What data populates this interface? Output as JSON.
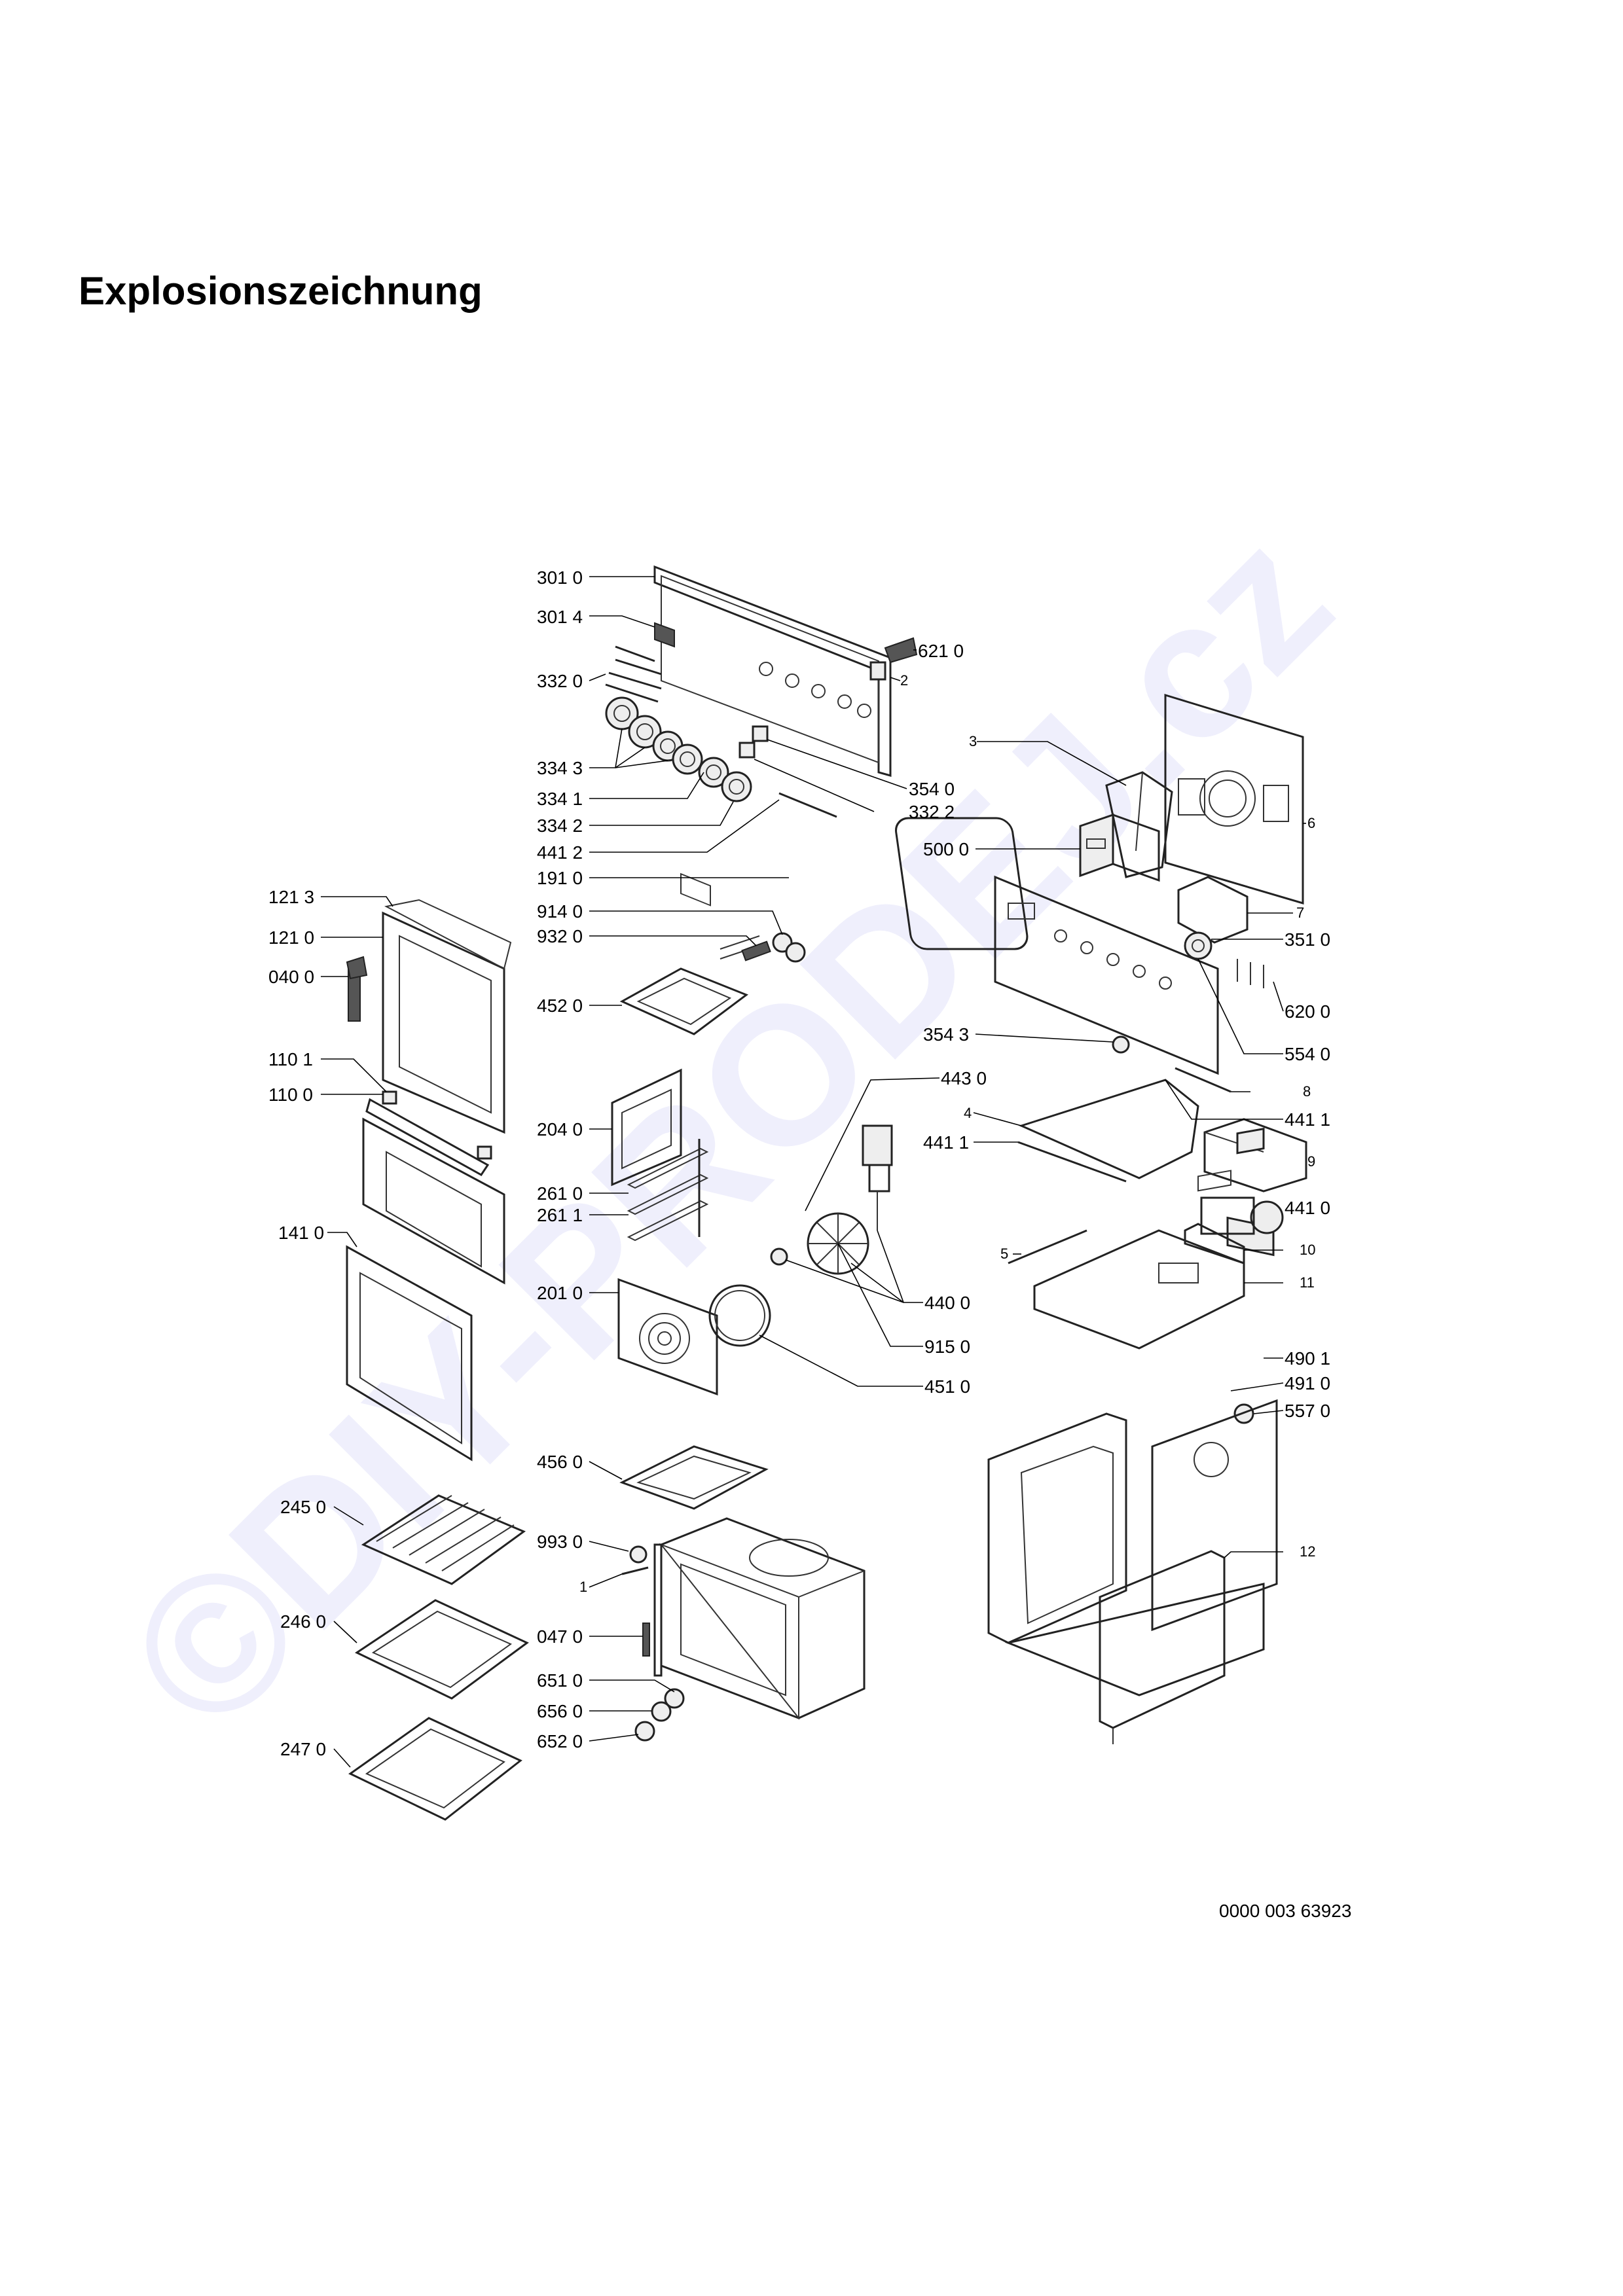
{
  "title": "Explosionszeichnung",
  "drawing_number": "0000 003 63923",
  "watermark": "©DIY-PRODEJ.cz",
  "colors": {
    "line": "#222222",
    "watermark": "#7878e6"
  },
  "labels": {
    "l3010": "301 0",
    "l3014": "301 4",
    "l3320": "332 0",
    "l6210": "621 0",
    "l2": "2",
    "l3343": "334 3",
    "l3341": "334 1",
    "l3342": "334 2",
    "l3540": "354 0",
    "l3322": "332 2",
    "l4412": "441 2",
    "l1910": "191 0",
    "l3": "3",
    "l5000": "500 0",
    "l6": "6",
    "l1213": "121 3",
    "l1210": "121 0",
    "l0400": "040 0",
    "l9140": "914 0",
    "l9320": "932 0",
    "l7": "7",
    "l3510": "351 0",
    "l4520": "452 0",
    "l6200": "620 0",
    "l3543": "354 3",
    "l5540": "554 0",
    "l1101": "110 1",
    "l1100": "110 0",
    "l4430": "443 0",
    "l8": "8",
    "l4411a": "441 1",
    "l4": "4",
    "l2040": "204 0",
    "l4411b": "441 1",
    "l9": "9",
    "l2610": "261 0",
    "l2611": "261 1",
    "l1410": "141 0",
    "l4410": "441 0",
    "l5": "5",
    "l10": "10",
    "l11": "11",
    "l2010": "201 0",
    "l4400": "440 0",
    "l9150": "915 0",
    "l4510": "451 0",
    "l4901": "490 1",
    "l4910": "491 0",
    "l5570": "557 0",
    "l4560": "456 0",
    "l2450": "245 0",
    "l9930": "993 0",
    "l12": "12",
    "l1": "1",
    "l2460": "246 0",
    "l0470": "047 0",
    "l6510": "651 0",
    "l6560": "656 0",
    "l6520": "652 0",
    "l2470": "247 0"
  }
}
